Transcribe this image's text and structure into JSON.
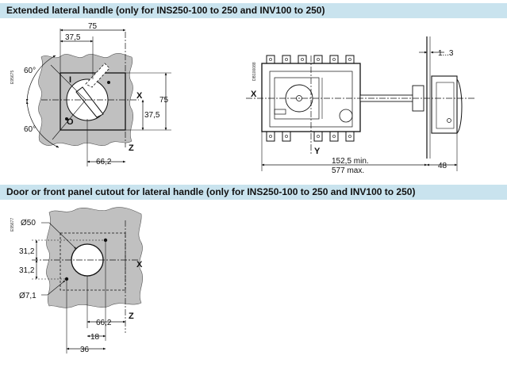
{
  "colors": {
    "band": "#c9e3ee",
    "panel": "#c0c0c0",
    "line": "#111111"
  },
  "section1": {
    "title": "Extended lateral handle (only for INS250-100 to 250 and INV100 to 250)",
    "code_left": "E95675",
    "code_right": "DB100088",
    "dims": {
      "d75_top": "75",
      "d37_5_top": "37,5",
      "d75_side": "75",
      "d37_5_side": "37,5",
      "d66_2": "66,2",
      "angle_top": "60°",
      "angle_bottom": "60°",
      "d1_3": "1...3",
      "d152_5": "152,5 min.",
      "d577": "577 max.",
      "d48": "48"
    },
    "axes": {
      "x_left": "X",
      "z_left": "Z",
      "x_right": "X",
      "y_right": "Y"
    },
    "pos_on": "I",
    "pos_off": "O"
  },
  "section2": {
    "title": "Door or front panel cutout for lateral handle (only for INS250-100 to 250 and INV100 to 250)",
    "code": "E95677",
    "dims": {
      "d50": "Ø50",
      "d31_2_top": "31,2",
      "d31_2_bottom": "31,2",
      "d7_1": "Ø7,1",
      "d66_2": "66,2",
      "d18": "18",
      "d36": "36"
    },
    "axes": {
      "x": "X",
      "z": "Z"
    }
  }
}
